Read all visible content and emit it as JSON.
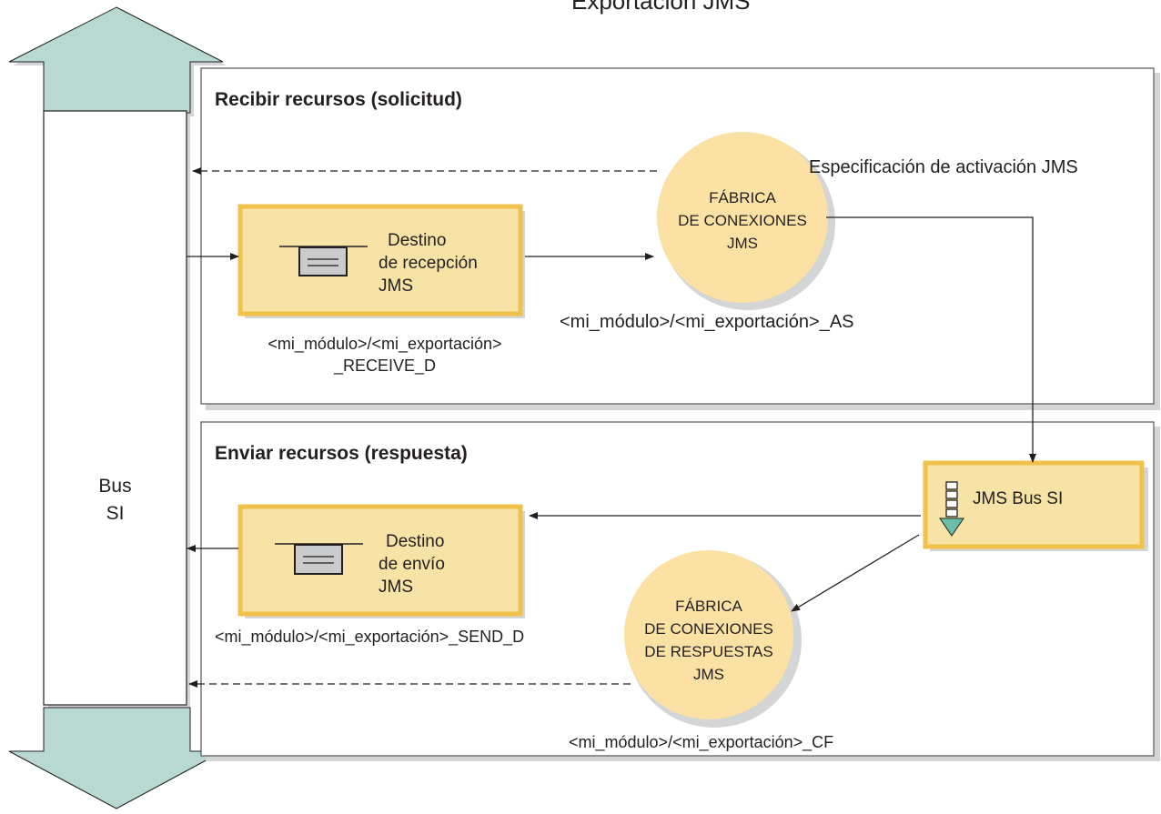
{
  "title": "Exportación JMS",
  "bus": {
    "line1": "Bus",
    "line2": "SI"
  },
  "receive_section": {
    "heading": "Recibir recursos (solicitud)",
    "activation_label": "Especificación de activación JMS",
    "destination": {
      "line1": "Destino",
      "line2": "de recepción",
      "line3": "JMS"
    },
    "destination_name": {
      "line1": "<mi_módulo>/<mi_exportación>",
      "line2": "_RECEIVE_D"
    },
    "factory": {
      "line1": "FÁBRICA",
      "line2": "DE CONEXIONES",
      "line3": "JMS"
    },
    "factory_name": "<mi_módulo>/<mi_exportación>_AS"
  },
  "send_section": {
    "heading": "Enviar recursos (respuesta)",
    "bus_box": "JMS Bus SI",
    "destination": {
      "line1": "Destino",
      "line2": "de envío",
      "line3": "JMS"
    },
    "destination_name": "<mi_módulo>/<mi_exportación>_SEND_D",
    "factory": {
      "line1": "FÁBRICA",
      "line2": "DE CONEXIONES",
      "line3": "DE RESPUESTAS",
      "line4": "JMS"
    },
    "factory_name": "<mi_módulo>/<mi_exportación>_CF"
  },
  "colors": {
    "arrow_fill": "#b8d8d2",
    "box_fill": "#f7e3a5",
    "box_border": "#f0c24c",
    "circle_fill": "#fbe2a4",
    "shadow": "#d4d5d6",
    "line": "#231f20",
    "icon_arrow": "#6bbfa8"
  }
}
